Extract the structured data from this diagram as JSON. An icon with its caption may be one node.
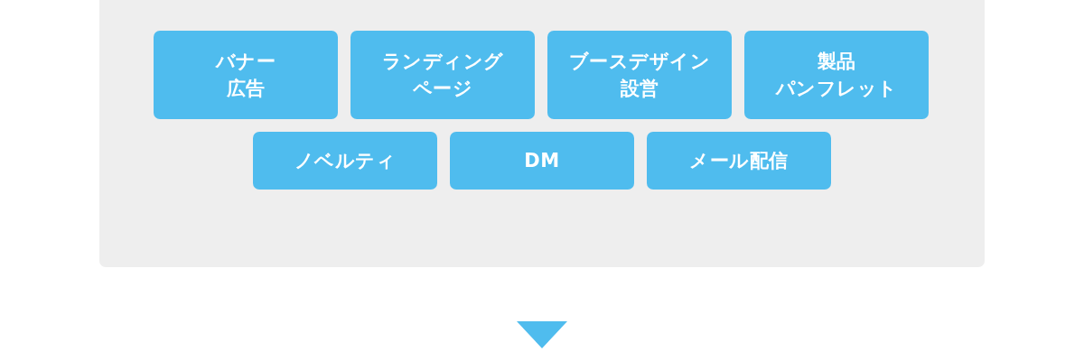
{
  "diagram": {
    "nodes": [
      {
        "text": [],
        "shape": "box"
      },
      {
        "text": [
          "バナー広告"
        ],
        "in": 0
      },
      {
        "text": [
          "ランディングページ"
        ],
        "in": 0
      },
      {
        "text": [
          "ブースデザイン設営"
        ],
        "in": 0
      },
      {
        "text": [
          "製品パンフレット"
        ],
        "in": 0
      },
      {
        "text": [
          "ノベルティ"
        ],
        "in": 0
      },
      {
        "text": [
          "DM"
        ],
        "in": 0
      },
      {
        "text": [
          "メール配信"
        ],
        "in": 0
      }
    ]
  }
}
